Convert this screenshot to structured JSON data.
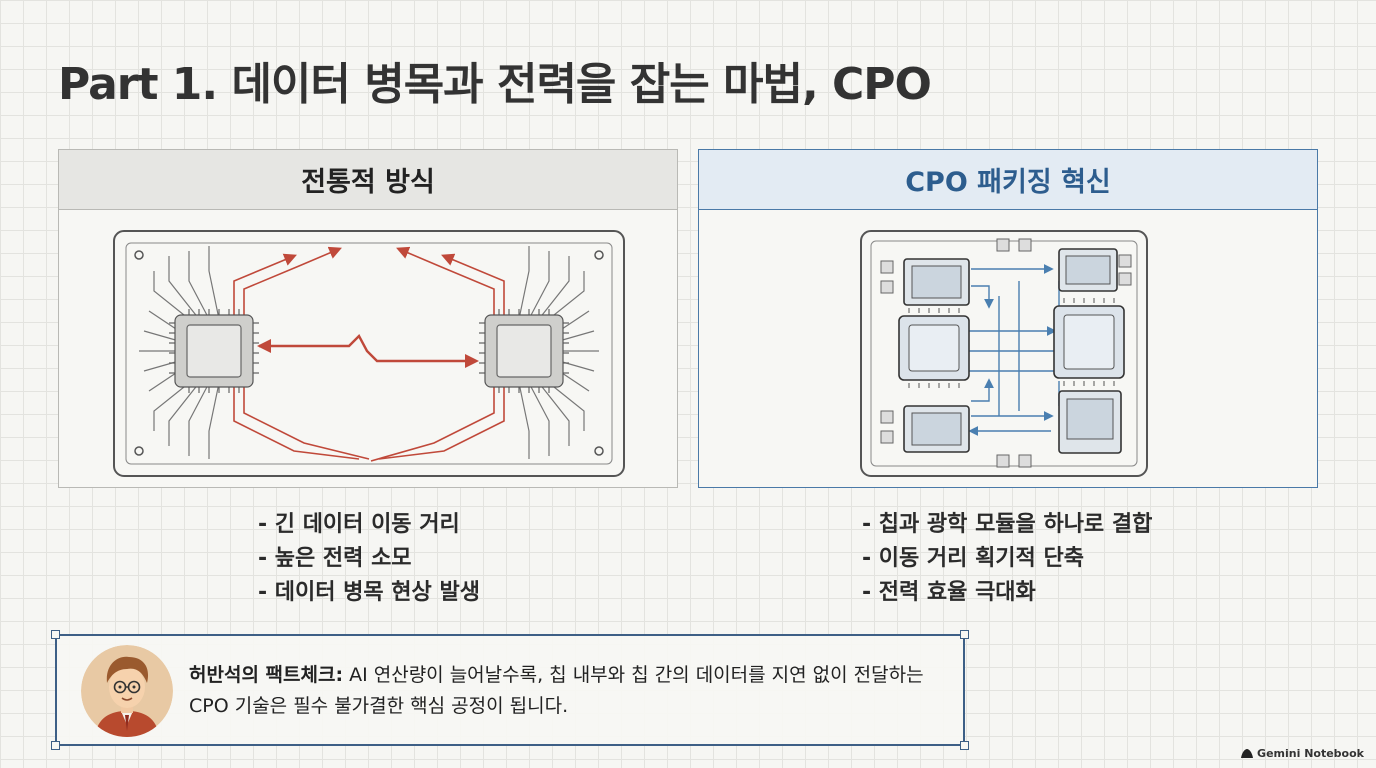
{
  "title": "Part 1. 데이터 병목과 전력을 잡는 마법, CPO",
  "left_panel": {
    "header": "전통적 방식",
    "bullets": [
      "- 긴 데이터 이동 거리",
      "- 높은 전력 소모",
      "- 데이터 병목 현상 발생"
    ]
  },
  "right_panel": {
    "header": "CPO 패키징 혁신",
    "bullets": [
      "- 칩과 광학 모듈을 하나로 결합",
      "- 이동 거리 획기적 단축",
      "- 전력 효율 극대화"
    ]
  },
  "callout": {
    "label": "허반석의 팩트체크:",
    "text": " AI 연산량이 늘어날수록, 칩 내부와 칩 간의 데이터를 지연 없이 전달하는 CPO 기술은 필수 불가결한 핵심 공정이 됩니다."
  },
  "watermark": "Gemini Notebook",
  "colors": {
    "accent_blue": "#2d5d8e",
    "trace_red": "#c0493a",
    "trace_blue": "#4a7fb0"
  }
}
